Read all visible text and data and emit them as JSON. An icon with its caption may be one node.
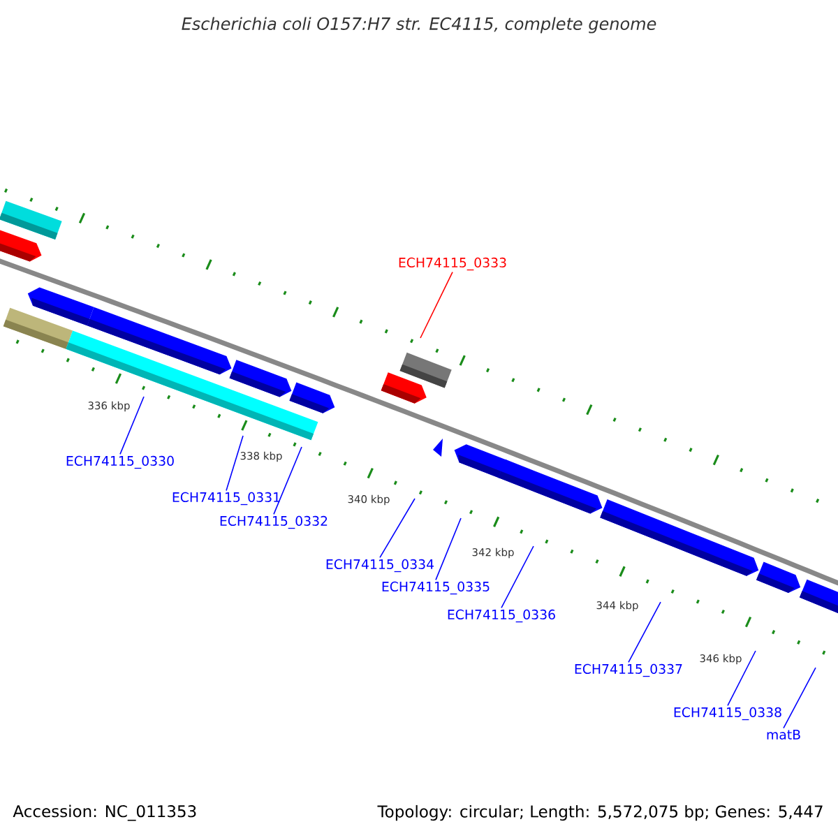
{
  "diagram": {
    "title": "Escherichia coli O157:H7 str. EC4115, complete genome",
    "nodes": [
      {
        "text": [
          "ECH74115_0330"
        ]
      },
      {
        "text": [
          "ECH74115_0331"
        ]
      },
      {
        "text": [
          "ECH74115_0332"
        ]
      },
      {
        "text": [
          "ECH74115_0333"
        ]
      },
      {
        "text": [
          "ECH74115_0334"
        ]
      },
      {
        "text": [
          "ECH74115_0335"
        ]
      },
      {
        "text": [
          "ECH74115_0336"
        ]
      },
      {
        "text": [
          "ECH74115_0337"
        ]
      },
      {
        "text": [
          "ECH74115_0338"
        ]
      },
      {
        "text": [
          "matB"
        ]
      }
    ],
    "edges": [
      {
        "from": 0,
        "to": null,
        "arrow": "none"
      },
      {
        "from": 1,
        "to": null,
        "arrow": "none"
      },
      {
        "from": 2,
        "to": null,
        "arrow": "none"
      },
      {
        "from": 3,
        "to": null,
        "arrow": "none",
        "color": "#ff0000"
      },
      {
        "from": 4,
        "to": null,
        "arrow": "none"
      },
      {
        "from": 5,
        "to": null,
        "arrow": "none"
      },
      {
        "from": 6,
        "to": null,
        "arrow": "none"
      },
      {
        "from": 7,
        "to": null,
        "arrow": "none"
      },
      {
        "from": 8,
        "to": null,
        "arrow": "none"
      },
      {
        "from": 9,
        "to": null,
        "arrow": "none"
      }
    ],
    "labels": [
      "336 kbp",
      "338 kbp",
      "340 kbp",
      "342 kbp",
      "344 kbp",
      "346 kbp",
      "Accession: NC_011353",
      "Topology: circular; Length: 5,572,075 bp; Genes: 5,447"
    ]
  }
}
